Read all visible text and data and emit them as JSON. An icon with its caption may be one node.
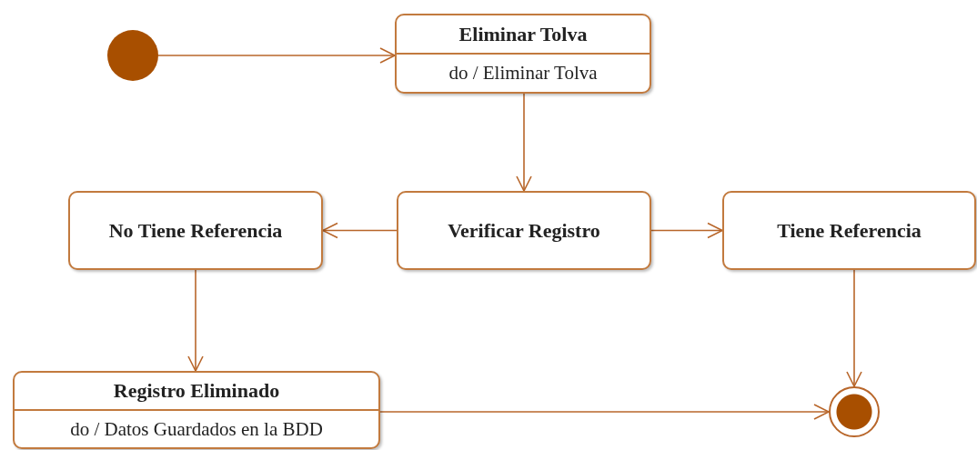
{
  "diagram": {
    "nodes": [
      {
        "text": [],
        "shape": "circle"
      },
      {
        "text": [
          "Eliminar Tolva",
          "do / Eliminar Tolva"
        ]
      },
      {
        "text": [
          "No Tiene Referencia"
        ]
      },
      {
        "text": [
          "Verificar Registro"
        ]
      },
      {
        "text": [
          "Tiene Referencia"
        ]
      },
      {
        "text": [
          "Registro Eliminado",
          "do / Datos Guardados en la BDD"
        ]
      },
      {
        "text": [],
        "shape": "circle"
      }
    ],
    "edges": [
      {
        "from": 0,
        "to": 1,
        "arrow": "to"
      },
      {
        "from": 1,
        "to": 3,
        "arrow": "to"
      },
      {
        "from": 3,
        "to": 2,
        "arrow": "to"
      },
      {
        "from": 3,
        "to": 4,
        "arrow": "to"
      },
      {
        "from": 2,
        "to": 5,
        "arrow": "to"
      },
      {
        "from": 4,
        "to": 6,
        "arrow": "to"
      },
      {
        "from": 5,
        "to": 6,
        "arrow": "to"
      }
    ]
  }
}
